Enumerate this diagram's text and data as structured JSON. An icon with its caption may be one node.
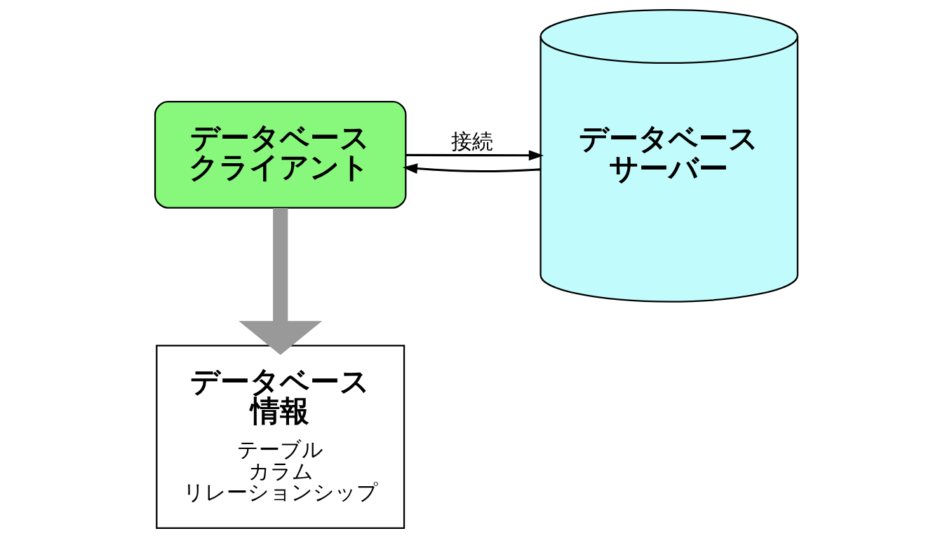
{
  "diagram": {
    "nodes": [
      {
        "text": [
          "データベースクライアント"
        ]
      },
      {
        "text": [
          "データベースサーバー"
        ]
      },
      {
        "text": [
          "データベース情報",
          "テーブル",
          "カラム",
          "リレーションシップ"
        ]
      }
    ],
    "edges": [
      {
        "from": 0,
        "to": 1,
        "arrow": "to",
        "label": "接続"
      },
      {
        "from": 1,
        "to": 0,
        "arrow": "to"
      },
      {
        "from": 0,
        "to": 2,
        "arrow": "to",
        "style": "thick",
        "color": "#999999"
      }
    ]
  }
}
